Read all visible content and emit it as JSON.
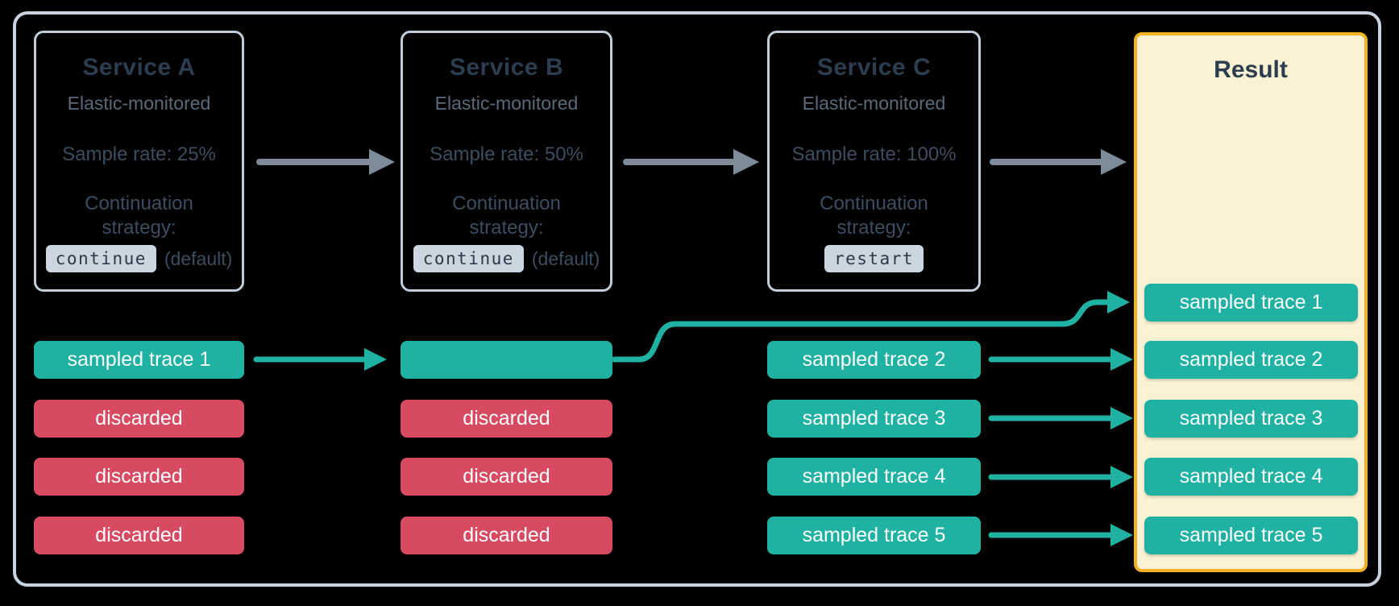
{
  "colors": {
    "background": "#000000",
    "teal": "#1fb2a3",
    "red": "#d84a61",
    "box_border": "#c2cdd8",
    "outer_border": "#c9d3dd",
    "result_bg": "#fbf1d3",
    "result_border": "#f2b227",
    "arrow_gray": "#7e8c9a",
    "title_text": "#2c3d4f",
    "body_text": "#3c4d5f",
    "subtitle_text": "#5a6a79",
    "chip_bg": "#ccd6e1",
    "chip_text": "#2e3946",
    "pill_text": "#ffffff"
  },
  "services": [
    {
      "name": "Service A",
      "monitoring": "Elastic-monitored",
      "sample_rate": "Sample rate: 25%",
      "strategy_label": "Continuation strategy:",
      "strategy_value": "continue",
      "strategy_note": "(default)"
    },
    {
      "name": "Service B",
      "monitoring": "Elastic-monitored",
      "sample_rate": "Sample rate: 50%",
      "strategy_label": "Continuation strategy:",
      "strategy_value": "continue",
      "strategy_note": "(default)"
    },
    {
      "name": "Service C",
      "monitoring": "Elastic-monitored",
      "sample_rate": "Sample rate: 100%",
      "strategy_label": "Continuation strategy:",
      "strategy_value": "restart",
      "strategy_note": ""
    }
  ],
  "traces": {
    "service_a": [
      {
        "label": "sampled trace 1",
        "status": "sampled"
      },
      {
        "label": "discarded",
        "status": "discarded"
      },
      {
        "label": "discarded",
        "status": "discarded"
      },
      {
        "label": "discarded",
        "status": "discarded"
      }
    ],
    "service_b": [
      {
        "label": "",
        "status": "sampled"
      },
      {
        "label": "discarded",
        "status": "discarded"
      },
      {
        "label": "discarded",
        "status": "discarded"
      },
      {
        "label": "discarded",
        "status": "discarded"
      }
    ],
    "service_c": [
      {
        "label": "sampled trace 2",
        "status": "sampled"
      },
      {
        "label": "sampled trace 3",
        "status": "sampled"
      },
      {
        "label": "sampled trace 4",
        "status": "sampled"
      },
      {
        "label": "sampled trace 5",
        "status": "sampled"
      }
    ]
  },
  "result": {
    "title": "Result",
    "items": [
      "sampled trace 1",
      "sampled trace 2",
      "sampled trace 3",
      "sampled trace 4",
      "sampled trace 5"
    ]
  }
}
